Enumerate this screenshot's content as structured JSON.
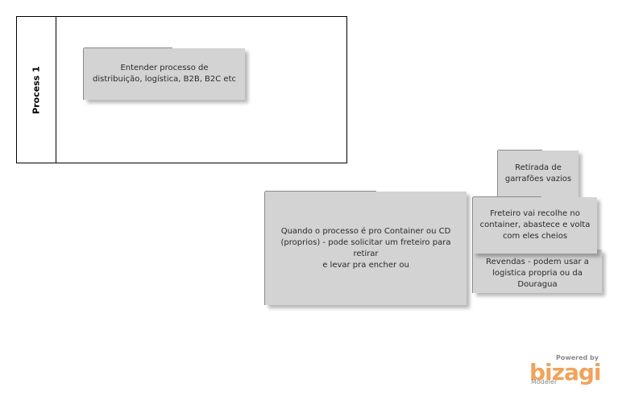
{
  "pool": {
    "lane_label": "Process 1"
  },
  "notes": {
    "n1": "Entender processo de\ndistribuição, logística,  B2B, B2C etc",
    "n2": "Quando o processo é pro Container ou CD\n(proprios) - pode solicitar um freteiro para retirar\ne levar pra encher ou",
    "n3": "Retirada de\ngarrafões vazios",
    "n4": "Freteiro vai recolhe no\ncontainer, abastece e volta\ncom eles cheios",
    "n5": "Revendas - podem usar a\nlogistica propria ou da\nDouragua"
  },
  "branding": {
    "powered_by": "Powered by",
    "name": "bizagi",
    "product": "Modeler",
    "color": "#f0a35b"
  }
}
